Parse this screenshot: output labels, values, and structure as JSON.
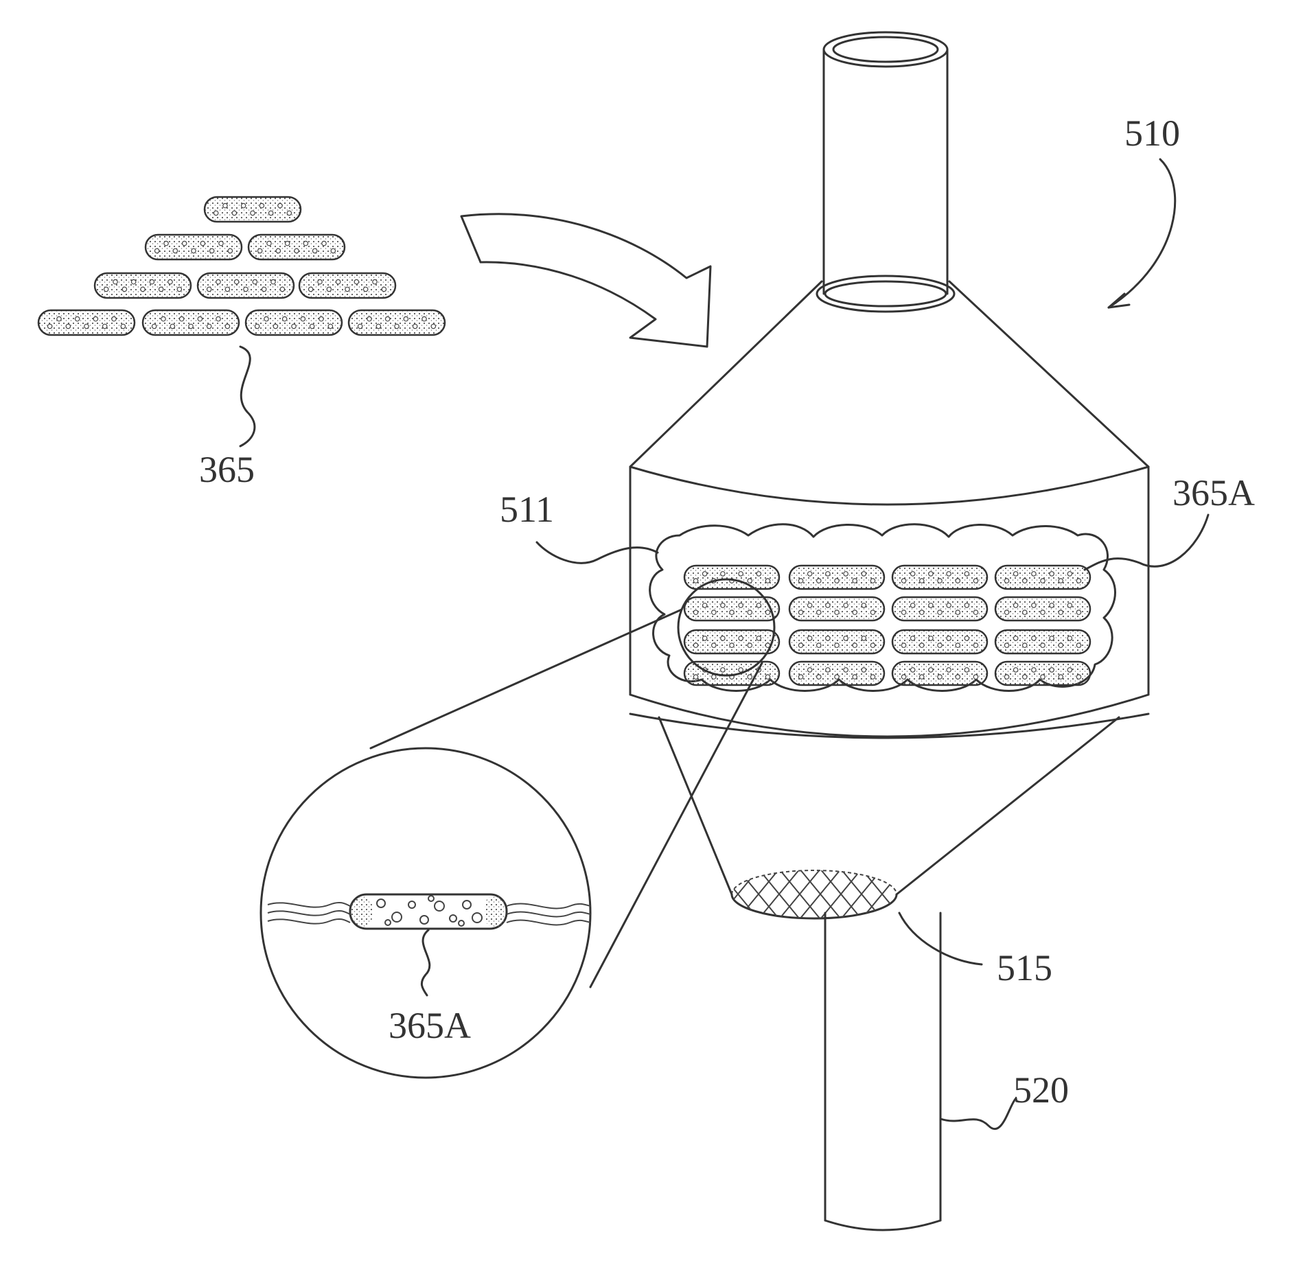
{
  "labels": {
    "apparatus": "510",
    "pellets": "365",
    "cloud": "511",
    "pellet_inside": "365A",
    "magnified_pellet": "365A",
    "mesh": "515",
    "outlet": "520"
  },
  "colors": {
    "ink": "#333333",
    "background": "#ffffff"
  },
  "icons": {
    "arrow": "curved-arrow-icon",
    "magnifier": "magnifier-circle-icon",
    "mesh": "crosshatch-mesh-icon"
  }
}
